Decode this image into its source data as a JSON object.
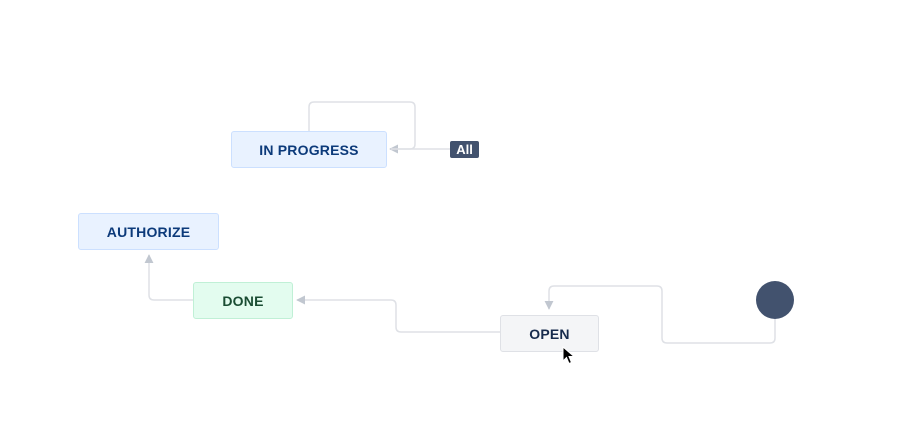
{
  "statuses": {
    "in_progress": "IN PROGRESS",
    "authorize": "AUTHORIZE",
    "done": "DONE",
    "open": "OPEN"
  },
  "badge": {
    "all": "All"
  },
  "colors": {
    "connector": "#dfe1e6",
    "arrow_head": "#c1c7d0",
    "start_node": "#42526e",
    "badge_bg": "#42526e",
    "inprogress_bg": "#e9f2ff",
    "done_bg": "#e3fcef",
    "todo_bg": "#f4f5f7"
  },
  "icons": {
    "start": "start-circle",
    "pointer": "mouse-cursor-icon"
  }
}
